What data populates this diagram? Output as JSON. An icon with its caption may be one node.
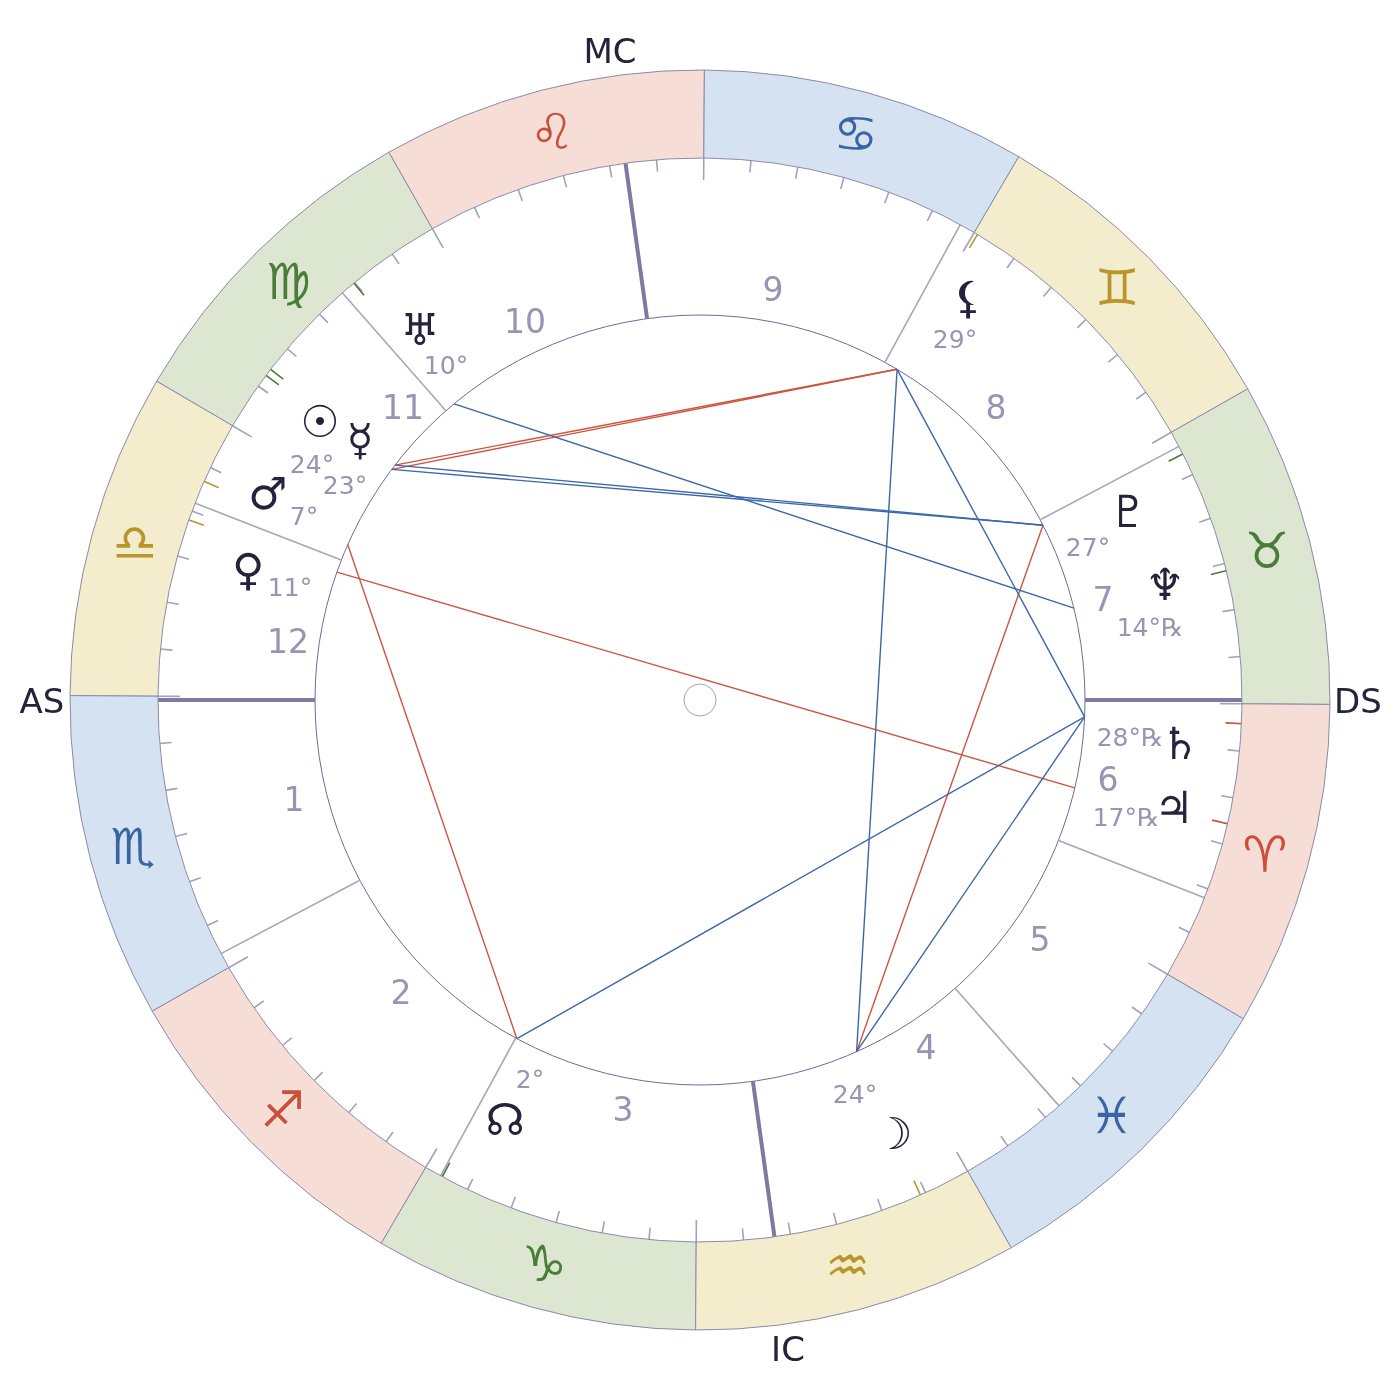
{
  "diagram": {
    "nodes": [
      {
        "text": [
          "♌"
        ]
      },
      {
        "text": [
          "♋"
        ]
      },
      {
        "text": [
          "♍"
        ]
      },
      {
        "text": [
          "♊"
        ]
      },
      {
        "text": [
          "♎"
        ]
      },
      {
        "text": [
          "♉"
        ]
      },
      {
        "text": [
          "♏"
        ]
      },
      {
        "text": [
          "♈"
        ]
      },
      {
        "text": [
          "♐"
        ]
      },
      {
        "text": [
          "♓"
        ]
      },
      {
        "text": [
          "♑"
        ]
      },
      {
        "text": [
          "♒"
        ]
      }
    ],
    "labels": [
      "MC",
      "9",
      "♅",
      "⚸",
      "10",
      "29°",
      "10°",
      "8",
      "☉",
      "11",
      "☿",
      "24°",
      "23°",
      "♇",
      "♂",
      "7°",
      "27°",
      "♀",
      "♆",
      "11°",
      "7",
      "14°℞",
      "12",
      "AS",
      "DS",
      "♄",
      "28°℞",
      "6",
      "1",
      "♃",
      "17°℞",
      "5",
      "2",
      "4",
      "2°",
      "24°",
      "☊",
      "3",
      "☽",
      "IC"
    ]
  }
}
